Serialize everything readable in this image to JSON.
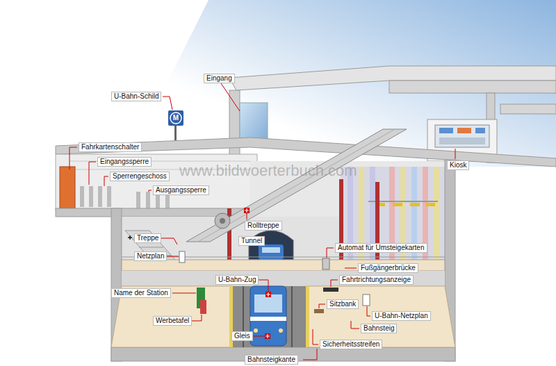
{
  "diagram": {
    "labels": [
      "Eingang",
      "U-Bahn-Schild",
      "M",
      "Fahrkartenschalter",
      "Eingangssperre",
      "Sperrengeschoss",
      "Ausgangssperre",
      "Kiosk",
      "Rolltreppe",
      "Treppe",
      "Tunnel",
      "Netzplan",
      "Automat für Umsteigekarten",
      "Fußgängerbrücke",
      "U-Bahn-Zug",
      "Fahrtrichtungsanzeige",
      "Name der Station",
      "Sitzbank",
      "U-Bahn-Netzplan",
      "Werbetafel",
      "Bahnsteig",
      "Gleis",
      "Sicherheitsstreifen",
      "Bahnsteigkante",
      "www.bildwoerterbuch.com"
    ]
  }
}
